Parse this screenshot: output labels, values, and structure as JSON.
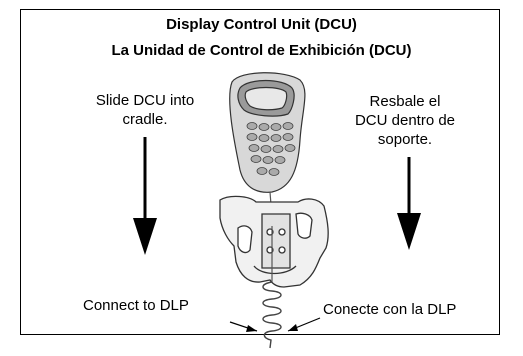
{
  "titles": {
    "en": "Display Control Unit (DCU)",
    "es": "La Unidad de Control de Exhibición  (DCU)"
  },
  "instructions": {
    "slide_en_1": "Slide DCU into",
    "slide_en_2": "cradle.",
    "slide_es_1": "Resbale el",
    "slide_es_2": "DCU dentro de",
    "slide_es_3": "soporte.",
    "connect_en": "Connect to  DLP",
    "connect_es": "Conecte con la DLP"
  }
}
